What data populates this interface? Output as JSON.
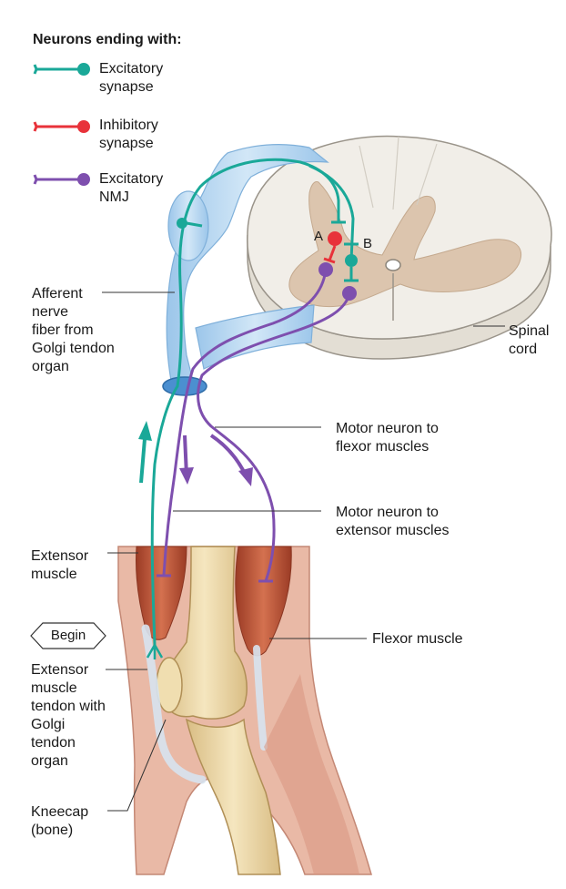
{
  "legend": {
    "title": "Neurons ending with:",
    "items": [
      {
        "label": "Excitatory\nsynapse",
        "color": "#1aa898"
      },
      {
        "label": "Inhibitory\nsynapse",
        "color": "#e8323a"
      },
      {
        "label": "Excitatory\nNMJ",
        "color": "#7e4fae"
      }
    ]
  },
  "labels": {
    "afferent": "Afferent\nnerve\nfiber from\nGolgi tendon\norgan",
    "spinal_cord": "Spinal\ncord",
    "motor_flexor": "Motor neuron to\nflexor muscles",
    "motor_extensor": "Motor neuron to\nextensor muscles",
    "extensor_muscle": "Extensor\nmuscle",
    "begin": "Begin",
    "tendon": "Extensor\nmuscle\ntendon with\nGolgi\ntendon\norgan",
    "flexor_muscle": "Flexor muscle",
    "kneecap": "Kneecap\n(bone)",
    "interneuron_a": "A",
    "interneuron_b": "B"
  },
  "colors": {
    "excitatory": "#1aa898",
    "inhibitory": "#e8323a",
    "nmj": "#7e4fae",
    "nerve": "#b9d9f2",
    "cord_white": "#efece6",
    "cord_gray": "#d9c2ac",
    "muscle": "#c0563a",
    "bone": "#ecd7a6",
    "skin": "#e4aa96"
  }
}
